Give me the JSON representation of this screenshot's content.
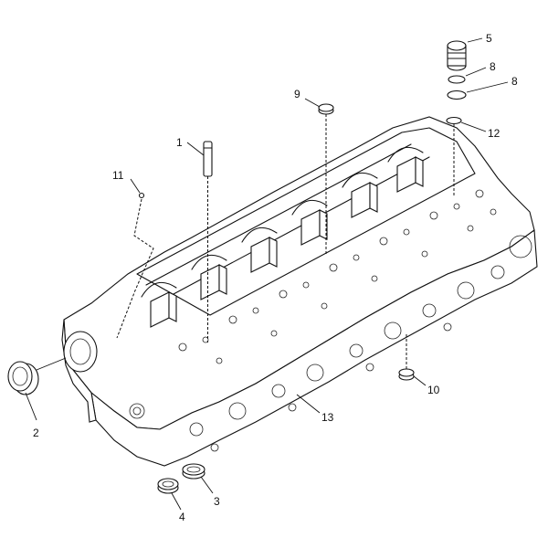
{
  "callouts": {
    "c1": "1",
    "c2": "2",
    "c3": "3",
    "c4": "4",
    "c5": "5",
    "c8a": "8",
    "c8b": "8",
    "c9": "9",
    "c10": "10",
    "c11": "11",
    "c12": "12",
    "c13": "13"
  }
}
